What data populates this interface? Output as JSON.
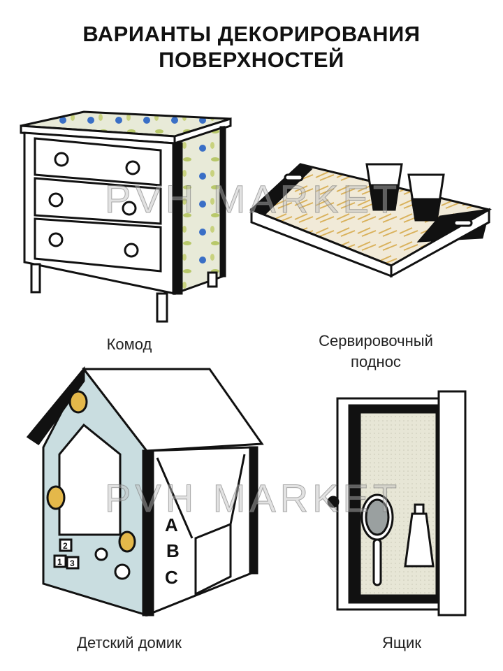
{
  "title": {
    "line1": "ВАРИАНТЫ ДЕКОРИРОВАНИЯ",
    "line2": "ПОВЕРХНОСТЕЙ"
  },
  "items": [
    {
      "label": "Комод"
    },
    {
      "label_line1": "Сервировочный",
      "label_line2": "поднос"
    },
    {
      "label": "Детский домик"
    },
    {
      "label": "Ящик"
    }
  ],
  "watermark": "PVH MARKET",
  "house_blocks": [
    "A",
    "B",
    "C"
  ],
  "house_cubes": [
    "2",
    "1",
    "3"
  ],
  "colors": {
    "outline": "#111111",
    "floral_bg": "#e8ead8",
    "floral_blue": "#3a6fc6",
    "straw": "#d9b15a",
    "house_sky": "#c9dde0",
    "linen": "#e7e6d6"
  }
}
